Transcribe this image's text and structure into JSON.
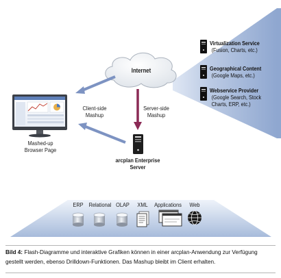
{
  "internet": "Internet",
  "client_side": [
    "Client-side",
    "Mashup"
  ],
  "server_side": [
    "Server-side",
    "Mashup"
  ],
  "browser": [
    "Mashed-up",
    "Browser Page"
  ],
  "server": [
    "arcplan Enterprise",
    "Server"
  ],
  "sources": [
    {
      "title": "Virtualization Service",
      "detail": [
        "(Fusion, Charts, etc.)"
      ]
    },
    {
      "title": "Geographical Content",
      "detail": [
        "(Google Maps, etc.)"
      ]
    },
    {
      "title": "Webservice Provider",
      "detail": [
        "(Google Search, Stock",
        "Charts, ERP, etc.)"
      ]
    }
  ],
  "data_sources": [
    "ERP",
    "Relational",
    "OLAP",
    "XML",
    "Applications",
    "Web"
  ],
  "caption": {
    "label": "Bild 4:",
    "text": "Flash-Diagramme und interaktive Grafiken können in einer arcplan-Anwendung zur Verfügung gestellt werden, ebenso Drilldown-Funktionen. Das Mashup bleibt im Client erhalten."
  },
  "colors": {
    "blue_shape": "#9fb4d6",
    "blue_light": "#e3ebf6",
    "server_arrow": "#8b2a55",
    "client_arrow": "#7d93c2"
  }
}
